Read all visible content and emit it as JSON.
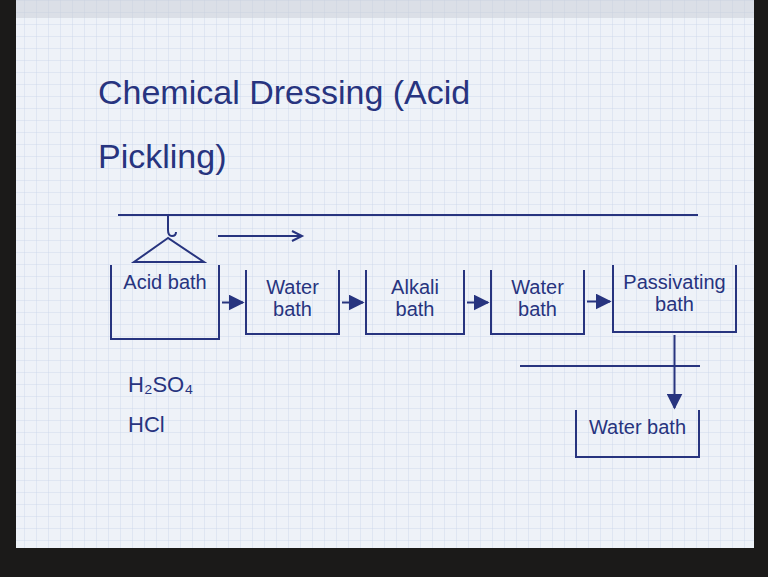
{
  "diagram": {
    "title": "Chemical Dressing (Acid Pickling)",
    "nodes": [
      {
        "text": [
          "Acid bath"
        ]
      },
      {
        "text": [
          "Water bath"
        ]
      },
      {
        "text": [
          "Alkali bath"
        ]
      },
      {
        "text": [
          "Water bath"
        ]
      },
      {
        "text": [
          "Passivating bath"
        ]
      },
      {
        "text": [
          "Water bath"
        ]
      }
    ],
    "edges": [
      {
        "from": 0,
        "to": 1,
        "arrow": "to"
      },
      {
        "from": 1,
        "to": 2,
        "arrow": "to"
      },
      {
        "from": 2,
        "to": 3,
        "arrow": "to"
      },
      {
        "from": 3,
        "to": 4,
        "arrow": "to"
      },
      {
        "from": 4,
        "to": 5,
        "arrow": "to"
      }
    ],
    "labels": [
      "H₂SO₄",
      "HCl"
    ]
  }
}
